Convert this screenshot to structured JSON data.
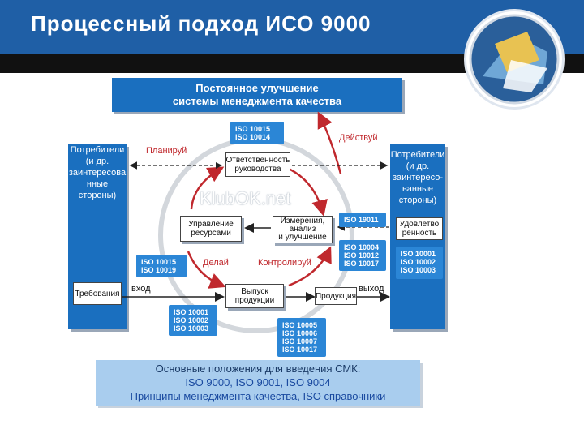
{
  "title": "Процессный подход ИСО 9000",
  "continuous_improvement": [
    "Постоянное улучшение",
    "системы менеджмента качества"
  ],
  "consumers_left": [
    "Потребители",
    "(и др.",
    "заинтересова",
    "нные",
    "стороны)"
  ],
  "consumers_right": [
    "Потребители",
    "(и др.",
    "заинтересо-",
    "ванные",
    "стороны)"
  ],
  "iso_top": [
    "ISO 10015",
    "ISO 10014"
  ],
  "iso_19011": [
    "ISO 19011"
  ],
  "iso_right_mid": [
    "ISO 10004",
    "ISO 10012",
    "ISO 10017"
  ],
  "iso_right_consumer": [
    "ISO 10001",
    "ISO 10002",
    "ISO 10003"
  ],
  "iso_left": [
    "ISO 10015",
    "ISO 10019"
  ],
  "iso_bottom_left": [
    "ISO 10001",
    "ISO 10002",
    "ISO 10003"
  ],
  "iso_bottom_center": [
    "ISO 10005",
    "ISO 10006",
    "ISO 10007",
    "ISO 10017"
  ],
  "responsibility": [
    "Ответственность",
    "руководства"
  ],
  "resources": [
    "Управление",
    "ресурсами"
  ],
  "measurement": [
    "Измерения,",
    "анализ",
    "и улучшение"
  ],
  "output": [
    "Выпуск",
    "продукции"
  ],
  "requirements": "Требования",
  "product": "Продукция",
  "satisfaction": [
    "Удовлетво",
    "ренность"
  ],
  "plan": "Планируй",
  "act": "Действуй",
  "do": "Делай",
  "check": "Контролируй",
  "input": "вход",
  "exit": "выход",
  "watermark": "KlubOK.net",
  "basics": {
    "line1": "Основные положения для введения СМК:",
    "line2": "ISO 9000, ISO 9001, ISO 9004",
    "line3": "Принципы менеджмента качества, ISO справочники"
  },
  "colors": {
    "header": "#1f5fa6",
    "box_blue": "#1a6fbf",
    "iso_blue": "#2b86d6",
    "light_blue": "#a9cdee",
    "arrow_red": "#c0282d"
  }
}
